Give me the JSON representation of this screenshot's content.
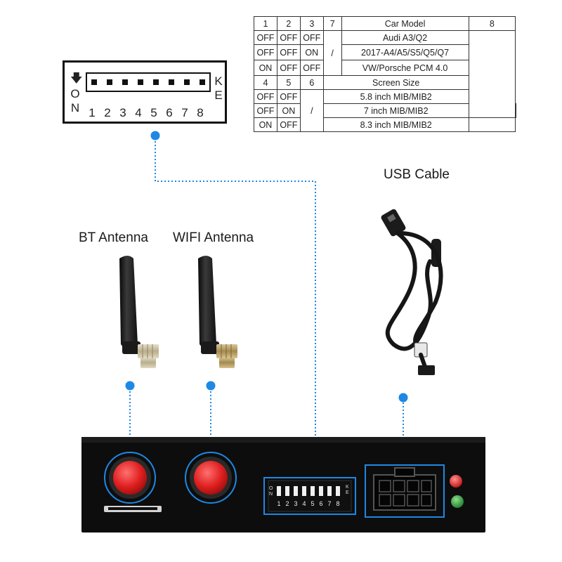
{
  "dip_switch": {
    "on_label": [
      "O",
      "N"
    ],
    "ke_label": [
      "K",
      "E"
    ],
    "arrow": "down-arrow-icon",
    "positions": [
      "1",
      "2",
      "3",
      "4",
      "5",
      "6",
      "7",
      "8"
    ]
  },
  "car_table": {
    "headers": [
      "1",
      "2",
      "3",
      "7",
      "Car Model",
      "8"
    ],
    "rows": [
      {
        "s1": "OFF",
        "s2": "OFF",
        "s3": "OFF",
        "model": "Audi A3/Q2"
      },
      {
        "s1": "OFF",
        "s2": "OFF",
        "s3": "ON",
        "model": "2017-A4/A5/S5/Q5/Q7"
      },
      {
        "s1": "ON",
        "s2": "OFF",
        "s3": "OFF",
        "model": "VW/Porsche PCM 4.0"
      }
    ],
    "col7_value": "/"
  },
  "screen_table": {
    "headers": [
      "4",
      "5",
      "6",
      "Screen Size"
    ],
    "rows": [
      {
        "s4": "OFF",
        "s5": "OFF",
        "size": "5.8 inch MIB/MIB2"
      },
      {
        "s4": "OFF",
        "s5": "ON",
        "size": "7 inch MIB/MIB2"
      },
      {
        "s4": "ON",
        "s5": "OFF",
        "size": "8.3 inch MIB/MIB2"
      }
    ],
    "col6_value": "/"
  },
  "labels": {
    "bt_antenna": "BT Antenna",
    "wifi_antenna": "WIFI Antenna",
    "usb_cable": "USB Cable"
  },
  "device_dip": {
    "on_label": "ON",
    "ke_label": "KE",
    "positions": [
      "1",
      "2",
      "3",
      "4",
      "5",
      "6",
      "7",
      "8"
    ]
  },
  "colors": {
    "callout_dot": "#1e88e5",
    "callout_line": "#1e88e5",
    "antenna_knob": "#e53935",
    "device_body": "#0d0d0d",
    "led_red": "#e53935",
    "led_green": "#2e9a3a"
  }
}
